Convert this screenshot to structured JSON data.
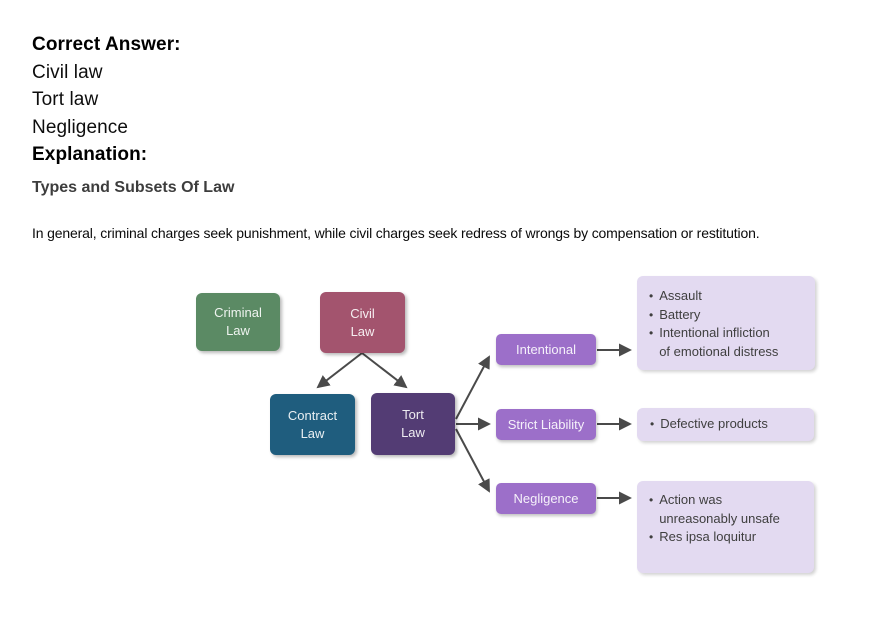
{
  "answer": {
    "heading": "Correct Answer:",
    "lines": [
      "Civil law",
      "Tort law",
      "Negligence"
    ],
    "explanation_heading": "Explanation:"
  },
  "article": {
    "title": "Types and Subsets Of Law",
    "intro": "In general, criminal charges seek punishment, while civil charges seek redress of wrongs by compensation or restitution."
  },
  "diagram": {
    "nodes": {
      "criminal_law": {
        "label": "Criminal\nLaw",
        "color": "#5b8a64"
      },
      "civil_law": {
        "label": "Civil\nLaw",
        "color": "#a3546e"
      },
      "contract_law": {
        "label": "Contract\nLaw",
        "color": "#1f5d7e"
      },
      "tort_law": {
        "label": "Tort\nLaw",
        "color": "#533c74"
      },
      "intentional": {
        "label": "Intentional",
        "color": "#9c6fc9"
      },
      "strict_liability": {
        "label": "Strict Liability",
        "color": "#9c6fc9"
      },
      "negligence": {
        "label": "Negligence",
        "color": "#9c6fc9"
      }
    },
    "details": {
      "intentional": {
        "bullets": [
          "Assault",
          "Battery",
          "Intentional infliction\nof emotional distress"
        ]
      },
      "strict_liability": {
        "bullets": [
          "Defective products"
        ]
      },
      "negligence": {
        "bullets": [
          "Action was\nunreasonably unsafe",
          "Res ipsa loquitur"
        ]
      }
    },
    "detail_box_color": "#e3daf1",
    "arrow_color": "#4a4a4a",
    "edges": [
      {
        "from": "civil_law",
        "to": "contract_law"
      },
      {
        "from": "civil_law",
        "to": "tort_law"
      },
      {
        "from": "tort_law",
        "to": "intentional"
      },
      {
        "from": "tort_law",
        "to": "strict_liability"
      },
      {
        "from": "tort_law",
        "to": "negligence"
      },
      {
        "from": "intentional",
        "to": "intentional_details"
      },
      {
        "from": "strict_liability",
        "to": "strict_liability_details"
      },
      {
        "from": "negligence",
        "to": "negligence_details"
      }
    ]
  }
}
